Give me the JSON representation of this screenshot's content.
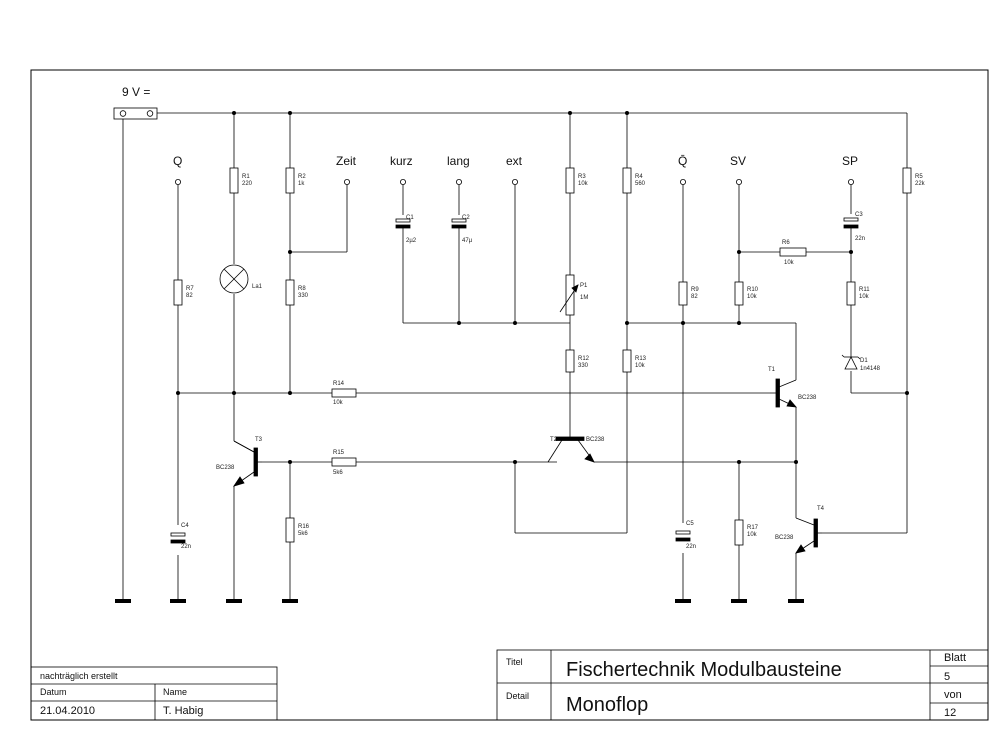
{
  "supply": {
    "label": "9 V ="
  },
  "terminals": {
    "q": "Q",
    "zeit": "Zeit",
    "kurz": "kurz",
    "lang": "lang",
    "ext": "ext",
    "qbar": "Q̄",
    "sv": "SV",
    "sp": "SP"
  },
  "components": {
    "r1": [
      "R1",
      "220"
    ],
    "r2": [
      "R2",
      "1k"
    ],
    "r3": [
      "R3",
      "10k"
    ],
    "r4": [
      "R4",
      "560"
    ],
    "r5": [
      "R5",
      "22k"
    ],
    "r6": [
      "R6",
      "10k"
    ],
    "r7": [
      "R7",
      "82"
    ],
    "r8": [
      "R8",
      "330"
    ],
    "r9": [
      "R9",
      "82"
    ],
    "r10": [
      "R10",
      "10k"
    ],
    "r11": [
      "R11",
      "10k"
    ],
    "r12": [
      "R12",
      "330"
    ],
    "r13": [
      "R13",
      "10k"
    ],
    "r14": [
      "R14",
      "10k"
    ],
    "r15": [
      "R15",
      "5k6"
    ],
    "r16": [
      "R16",
      "5k6"
    ],
    "r17": [
      "R17",
      "10k"
    ],
    "c1": [
      "C1",
      "2µ2"
    ],
    "c2": [
      "C2",
      "47µ"
    ],
    "c3": [
      "C3",
      "22n"
    ],
    "c4": [
      "C4",
      "22n"
    ],
    "c5": [
      "C5",
      "22n"
    ],
    "p1": [
      "P1",
      "1M"
    ],
    "d1": [
      "D1",
      "1n4148"
    ],
    "la1": "La1",
    "t1": [
      "T1",
      "BC238"
    ],
    "t2": [
      "T2",
      "BC238"
    ],
    "t3": [
      "T3",
      "BC238"
    ],
    "t4": [
      "T4",
      "BC238"
    ]
  },
  "title_block": {
    "note": "nachträglich erstellt",
    "datum_label": "Datum",
    "name_label": "Name",
    "datum": "21.04.2010",
    "name": "T. Habig",
    "titel_label": "Titel",
    "titel": "Fischertechnik Modulbausteine",
    "detail_label": "Detail",
    "detail": "Monoflop",
    "blatt_label": "Blatt",
    "blatt": "5",
    "von_label": "von",
    "von": "12"
  }
}
